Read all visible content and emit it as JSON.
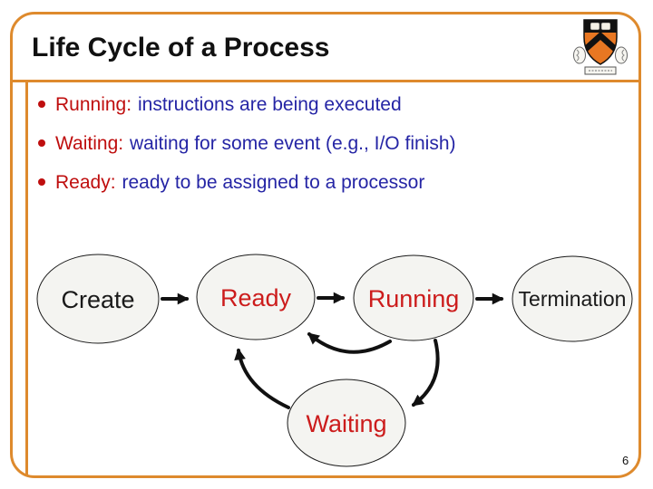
{
  "slide": {
    "title": "Life Cycle of a Process",
    "page_number": "6",
    "bullets": [
      {
        "label": "Running:",
        "text": "instructions are being executed"
      },
      {
        "label": "Waiting:",
        "text": "waiting for some event (e.g., I/O finish)"
      },
      {
        "label": "Ready:",
        "text": "ready to be assigned to a processor"
      }
    ],
    "diagram": {
      "type": "state-diagram",
      "nodes": [
        {
          "id": "create",
          "label": "Create",
          "text_color": "#1a1a1a"
        },
        {
          "id": "ready",
          "label": "Ready",
          "text_color": "#cc1c1c"
        },
        {
          "id": "running",
          "label": "Running",
          "text_color": "#cc1c1c"
        },
        {
          "id": "termination",
          "label": "Termination",
          "text_color": "#1a1a1a"
        },
        {
          "id": "waiting",
          "label": "Waiting",
          "text_color": "#cc1c1c"
        }
      ],
      "edges": [
        "Create -> Ready",
        "Ready -> Running",
        "Running -> Termination",
        "Running -> Ready",
        "Running -> Waiting",
        "Waiting -> Ready"
      ]
    },
    "logo": "princeton-shield",
    "colors": {
      "frame_orange": "#de8a2d",
      "bullet_red": "#bf0e0e",
      "bullet_blue": "#2525a5",
      "node_red": "#cc1c1c",
      "shield_orange": "#e87722"
    }
  }
}
